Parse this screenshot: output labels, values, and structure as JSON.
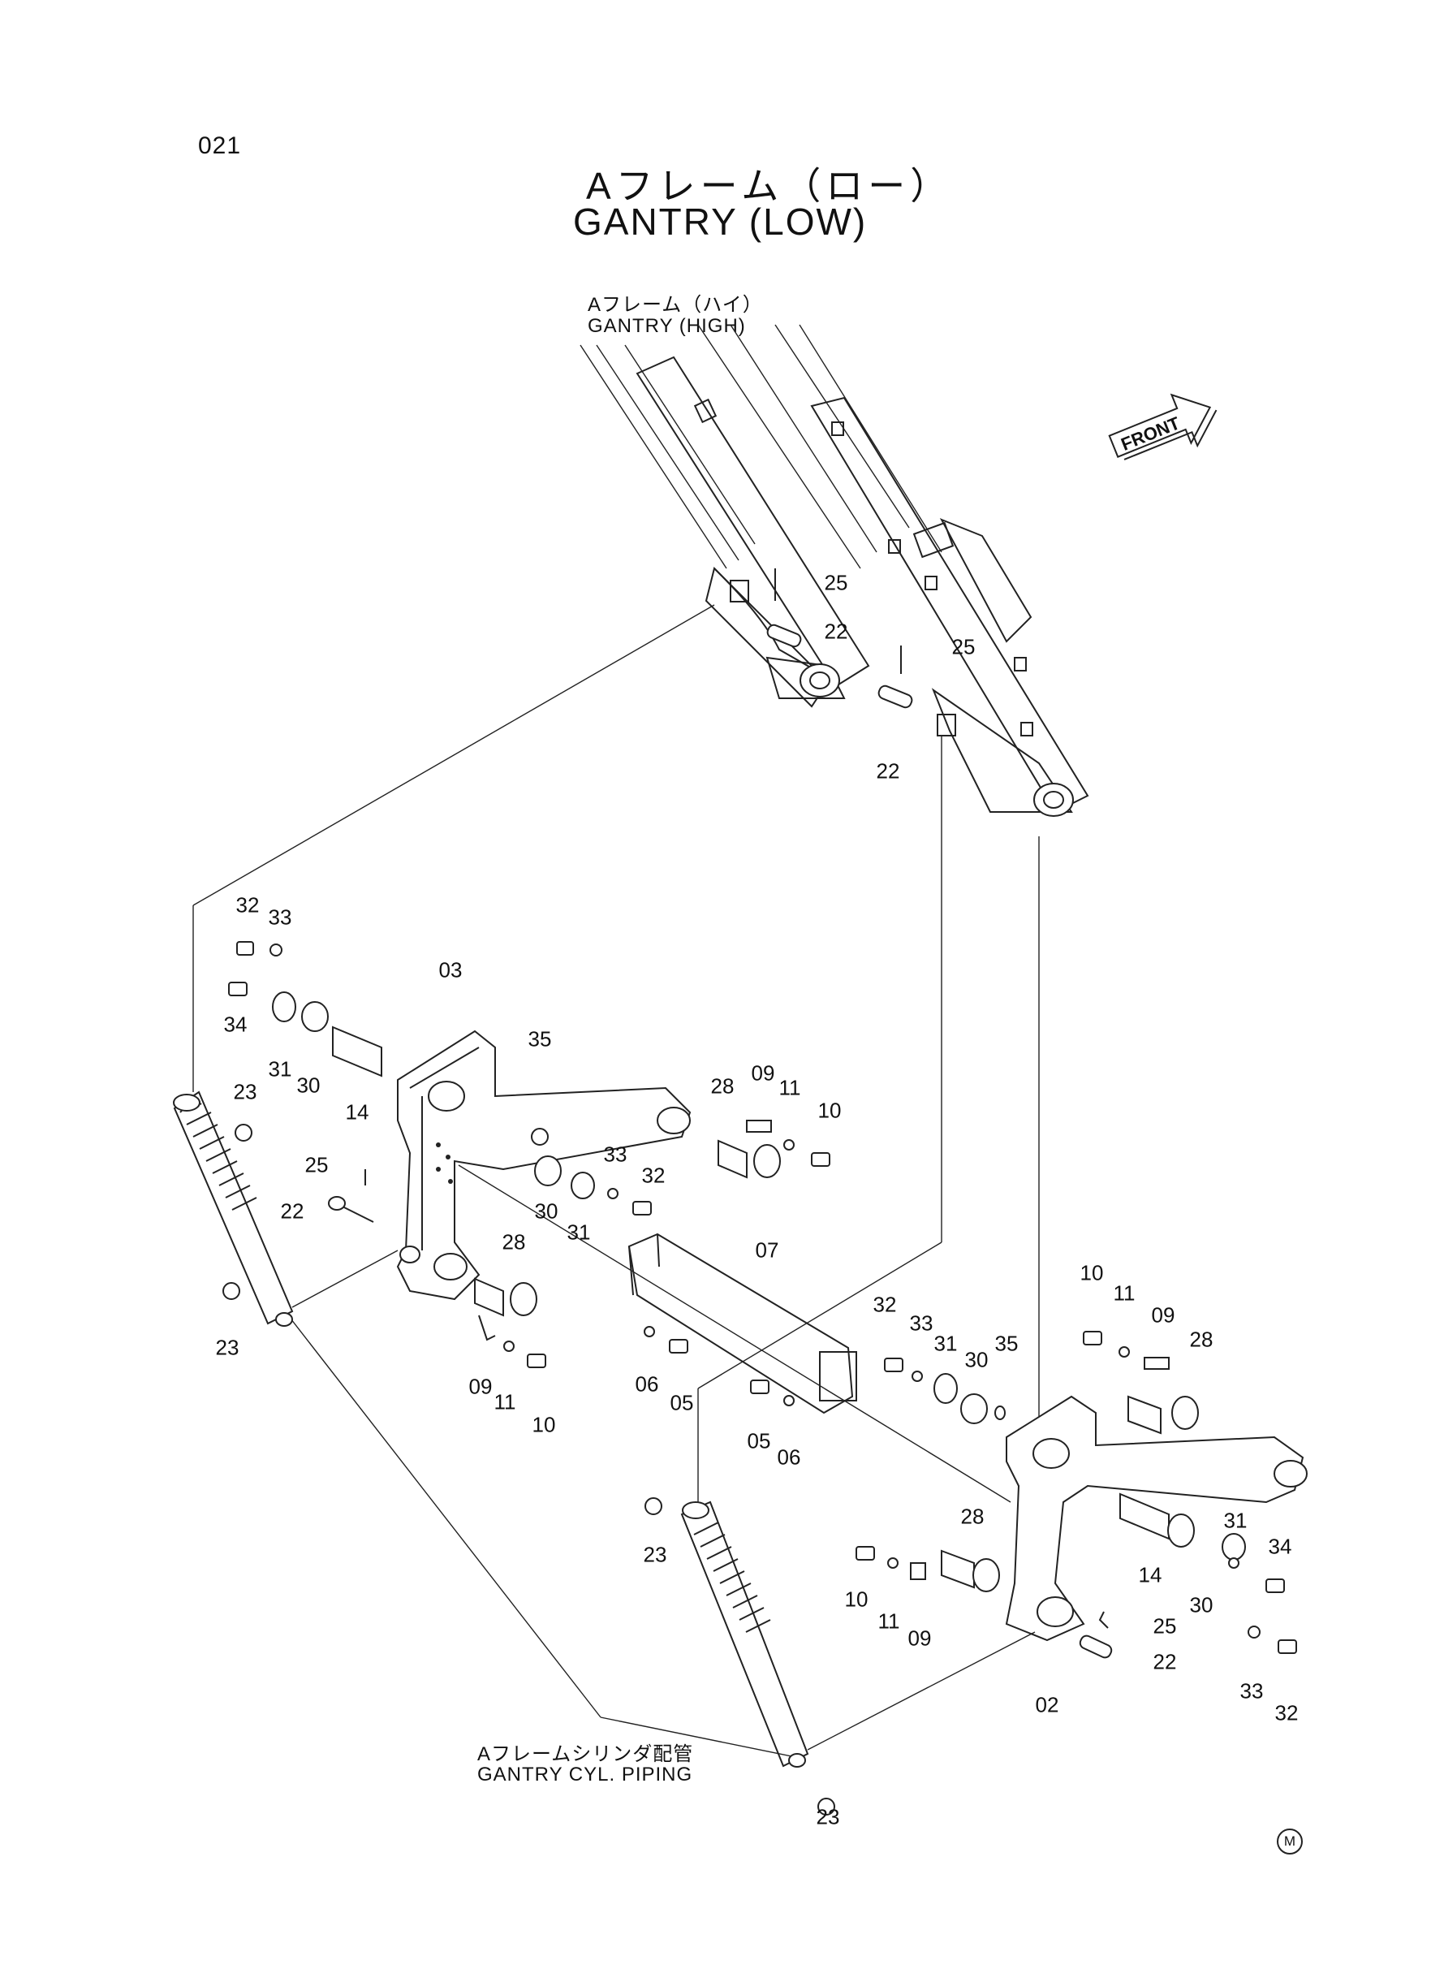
{
  "page_number": "021",
  "title": {
    "jp": "Aフレーム（ロー）",
    "en": "GANTRY (LOW)"
  },
  "callouts": {
    "gantry_high_jp": "Aフレーム（ハイ）",
    "gantry_high_en": "GANTRY (HIGH)",
    "piping_jp": "Aフレームシリンダ配管",
    "piping_en": "GANTRY CYL. PIPING"
  },
  "front_label": "FRONT",
  "marker": "M",
  "part_numbers": {
    "p25_a": "25",
    "p22_a": "22",
    "p25_b": "25",
    "p22_b": "22",
    "p32_a": "32",
    "p33_a": "33",
    "p34_a": "34",
    "p31_a": "31",
    "p30_a": "30",
    "p14_a": "14",
    "p23_a": "23",
    "p25_c": "25",
    "p22_c": "22",
    "p23_b": "23",
    "p03": "03",
    "p35_a": "35",
    "p28_a": "28",
    "p09_a": "09",
    "p11_a": "11",
    "p10_a": "10",
    "p33_b": "33",
    "p32_b": "32",
    "p30_b": "30",
    "p31_b": "31",
    "p28_b": "28",
    "p09_b": "09",
    "p11_b": "11",
    "p10_b": "10",
    "p07": "07",
    "p06_a": "06",
    "p05_a": "05",
    "p32_c": "32",
    "p33_c": "33",
    "p31_c": "31",
    "p30_c": "30",
    "p35_b": "35",
    "p05_b": "05",
    "p06_b": "06",
    "p10_c": "10",
    "p11_c": "11",
    "p09_c": "09",
    "p28_c": "28",
    "p23_c": "23",
    "p28_d": "28",
    "p10_d": "10",
    "p11_d": "11",
    "p09_d": "09",
    "p14_b": "14",
    "p31_d": "31",
    "p34_b": "34",
    "p30_d": "30",
    "p25_d": "25",
    "p22_d": "22",
    "p02": "02",
    "p33_d": "33",
    "p32_d": "32",
    "p23_d": "23"
  }
}
